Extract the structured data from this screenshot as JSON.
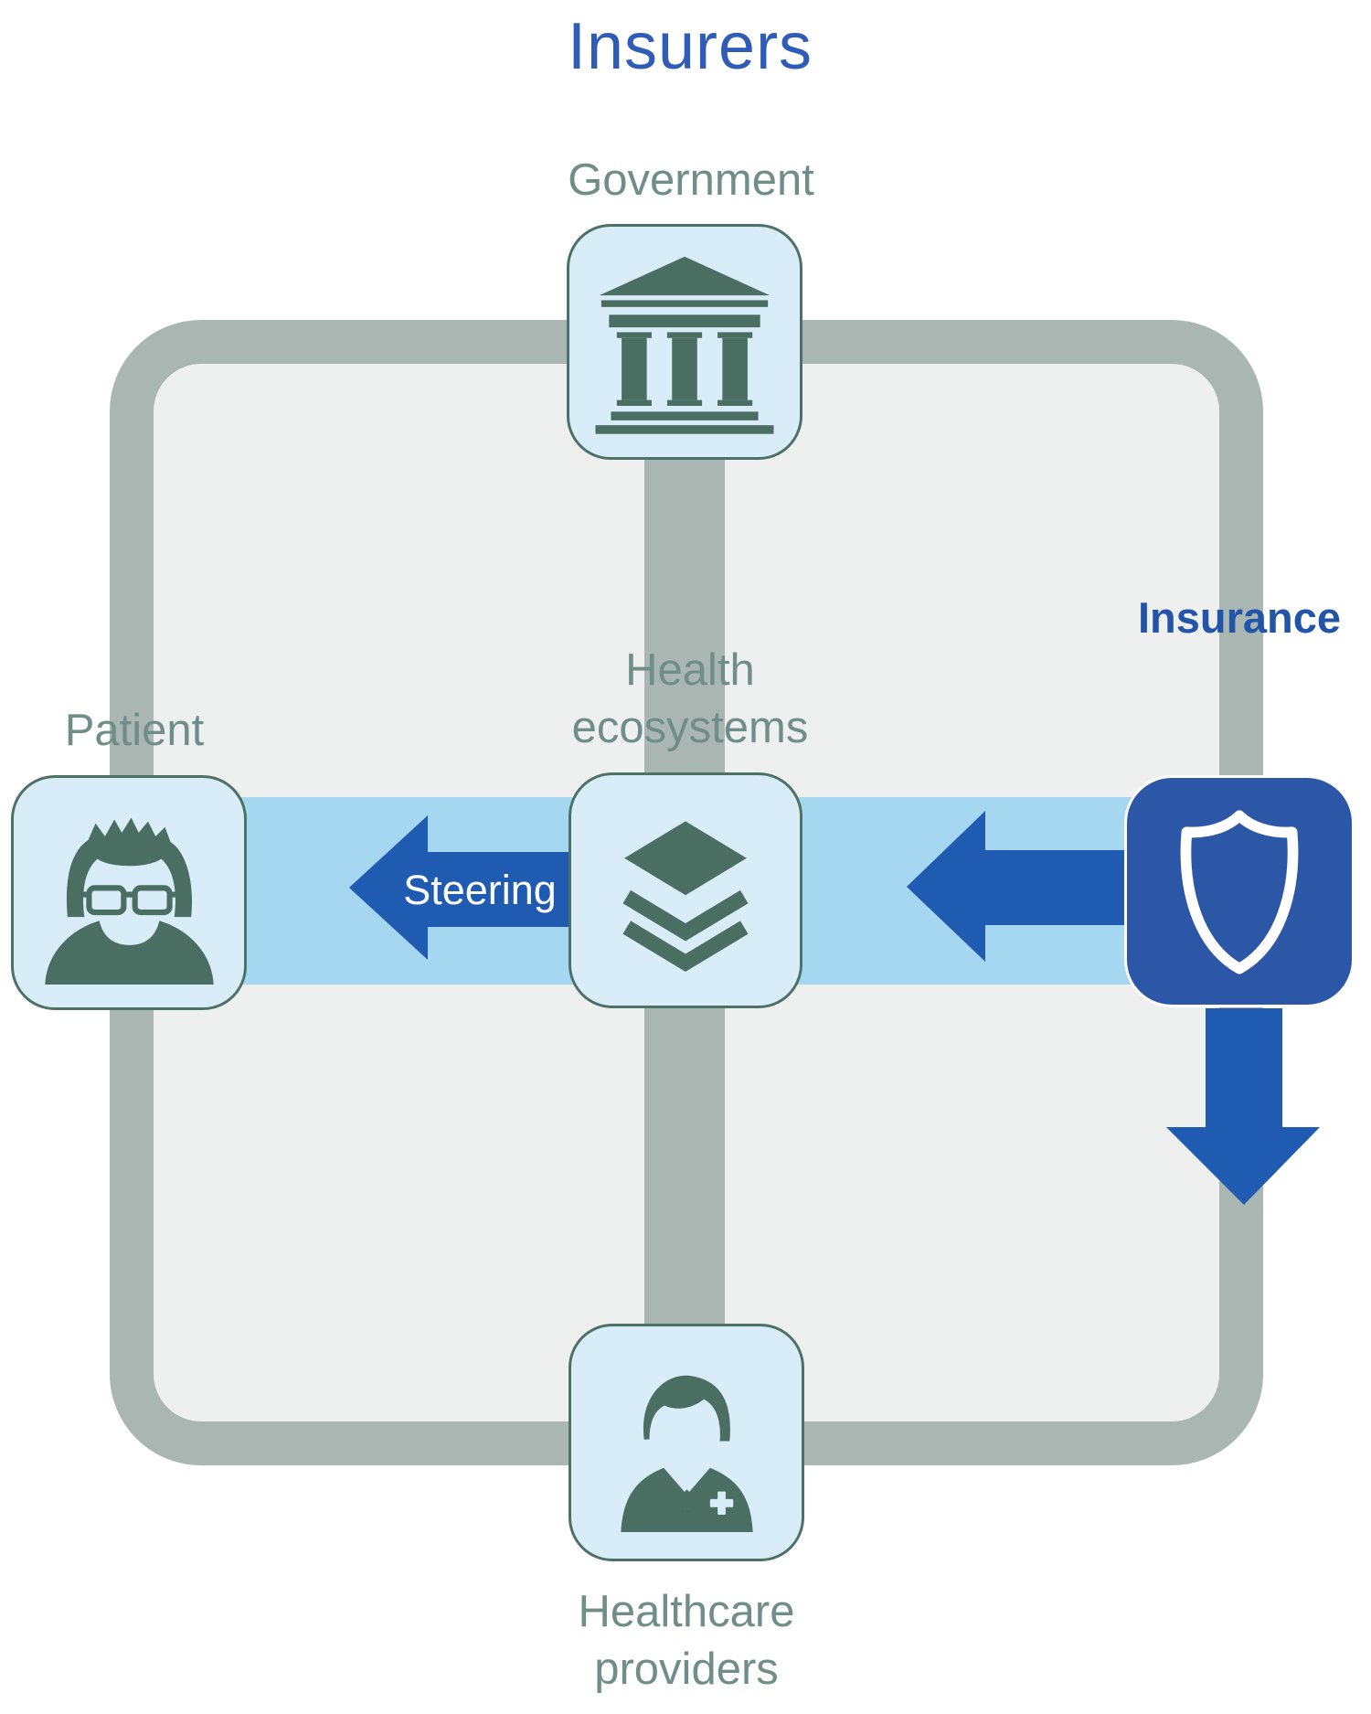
{
  "title": "Insurers",
  "nodes": {
    "government": {
      "label": "Government",
      "icon": "bank-icon"
    },
    "patient": {
      "label": "Patient",
      "icon": "person-icon"
    },
    "health_ecosystems": {
      "label": "Health ecosystems",
      "icon": "layers-icon"
    },
    "insurance": {
      "label": "Insurance",
      "icon": "shield-icon"
    },
    "healthcare_providers": {
      "label": "Healthcare providers",
      "icon": "doctor-icon"
    }
  },
  "flows": {
    "steering_label": "Steering"
  },
  "colors": {
    "title_blue": "#2e5cb7",
    "insurance_label_blue": "#2254a7",
    "arrow_blue": "#1f5bb0",
    "insurance_box_blue": "#2c56a6",
    "band_blue": "#a6d7f0",
    "node_fill_blue": "#d8edf8",
    "node_border_green": "#4e7166",
    "icon_green": "#4b6e63",
    "label_gray_green": "#6f8e87",
    "frame_gray": "#a9b6b2",
    "frame_fill_gray": "#eef0ef",
    "steering_text": "#ffffff"
  }
}
